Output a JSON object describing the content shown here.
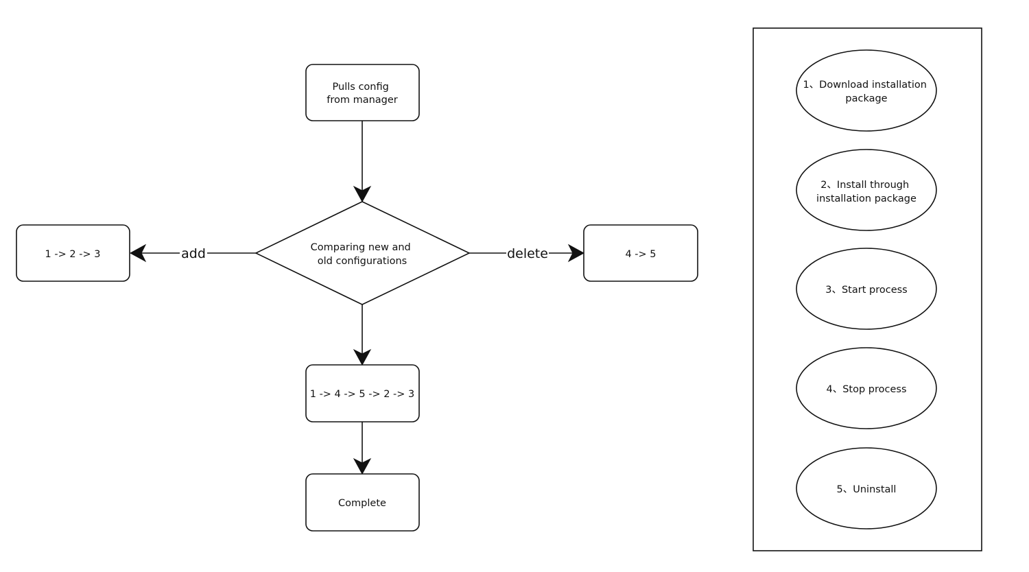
{
  "flowchart": {
    "start": {
      "lines": [
        "Pulls config",
        "from manager"
      ]
    },
    "decision": {
      "lines": [
        "Comparing new and",
        "old configurations"
      ]
    },
    "add_result": {
      "lines": [
        "1 -> 2 -> 3"
      ]
    },
    "delete_result": {
      "lines": [
        "4 -> 5"
      ]
    },
    "update_result": {
      "lines": [
        "1 -> 4 -> 5 -> 2 -> 3"
      ]
    },
    "complete": {
      "lines": [
        "Complete"
      ]
    },
    "edge_labels": {
      "add": "add",
      "delete": "delete"
    }
  },
  "legend": {
    "steps": [
      {
        "lines": [
          "1、Download installation",
          "package"
        ]
      },
      {
        "lines": [
          "2、Install through",
          "installation package"
        ]
      },
      {
        "lines": [
          "3、Start process"
        ]
      },
      {
        "lines": [
          "4、Stop process"
        ]
      },
      {
        "lines": [
          "5、Uninstall"
        ]
      }
    ]
  },
  "colors": {
    "stroke": "#111111",
    "background": "#ffffff"
  }
}
